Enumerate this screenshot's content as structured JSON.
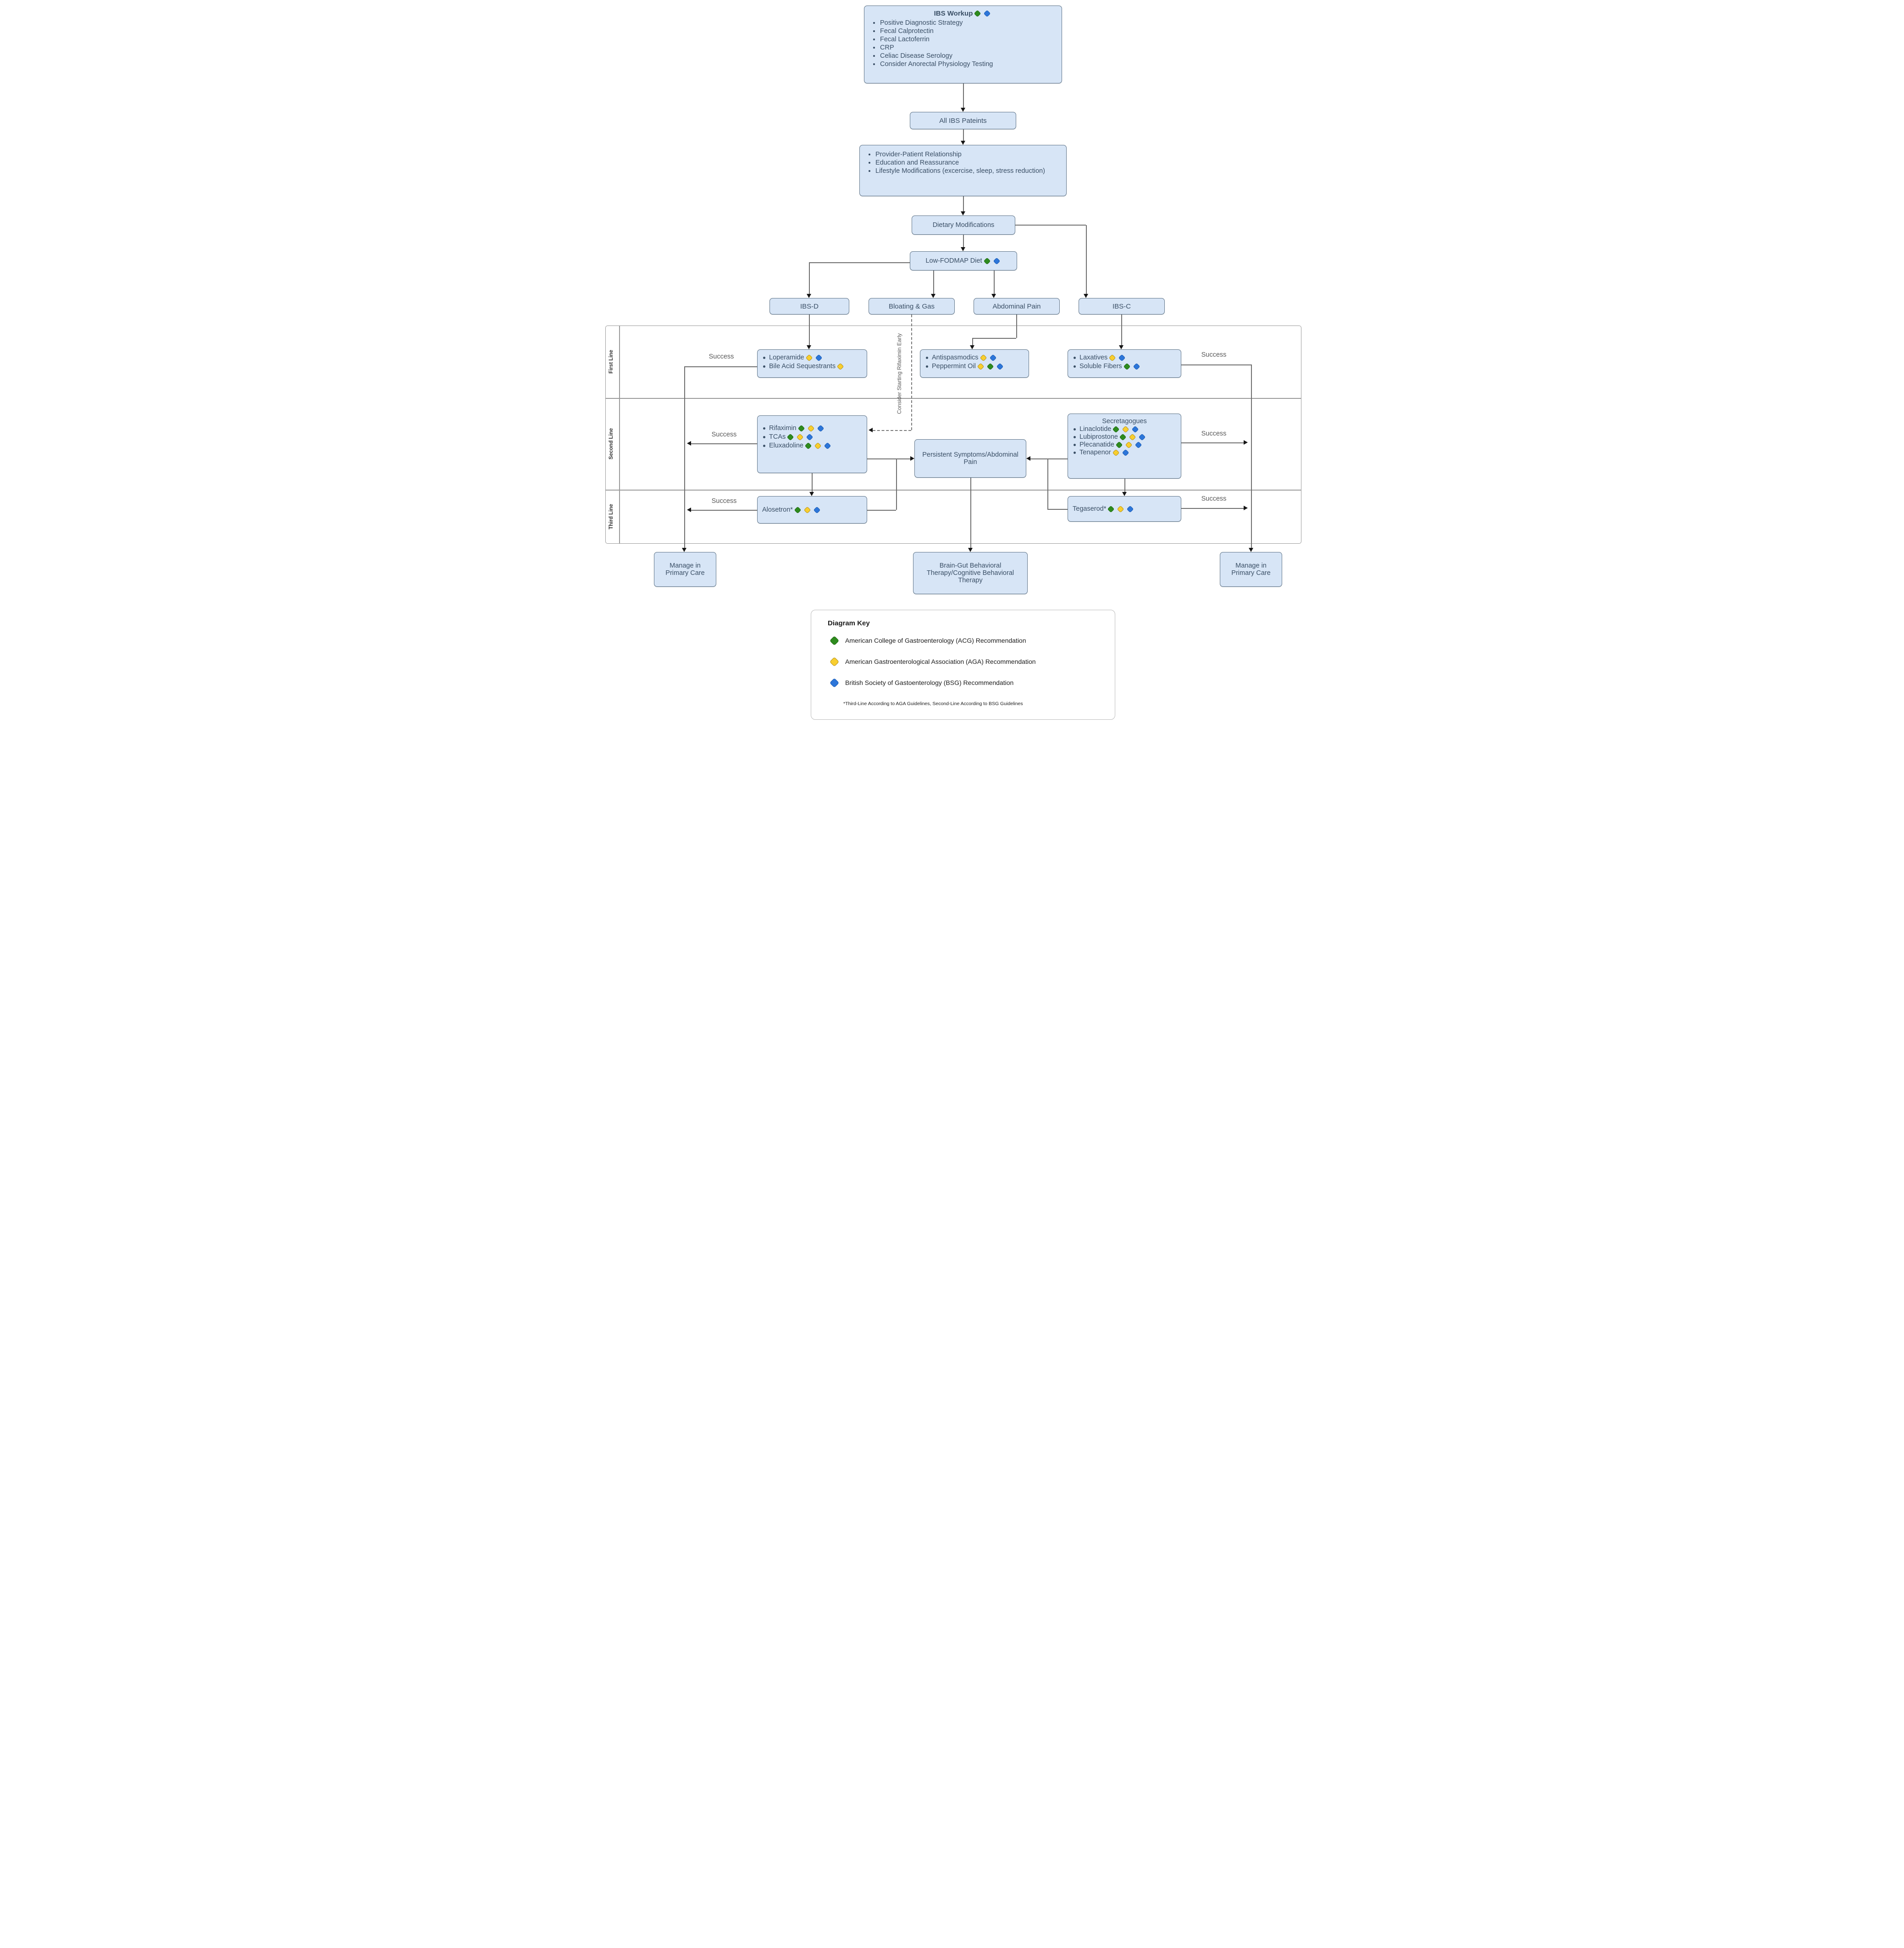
{
  "diagram": {
    "workup": {
      "title": "IBS Workup",
      "badges": [
        "acg",
        "bsg"
      ],
      "items": [
        "Positive Diagnostic Strategy",
        "Fecal Calprotectin",
        "Fecal Lactoferrin",
        "CRP",
        "Celiac Disease Serology",
        "Consider Anorectal Physiology Testing"
      ]
    },
    "all_ibs_label": "All IBS Pateints",
    "foundation_items": [
      "Provider-Patient Relationship",
      "Education and Reassurance",
      "Lifestyle Modifications (excercise, sleep, stress reduction)"
    ],
    "dietary_label": "Dietary Modifications",
    "fodmap": {
      "label": "Low-FODMAP Diet",
      "badges": [
        "acg",
        "bsg"
      ]
    },
    "categories": [
      {
        "label": "IBS-D"
      },
      {
        "label": "Bloating & Gas"
      },
      {
        "label": "Abdominal Pain"
      },
      {
        "label": "IBS-C"
      }
    ],
    "lanes": [
      "First Line",
      "Second Line",
      "Third Line"
    ],
    "success_label": "Success",
    "rifaximin_note": "Consider Starting Rifaximin Early",
    "first_line": {
      "ibsd": [
        {
          "label": "Loperamide",
          "badges": [
            "aga",
            "bsg"
          ]
        },
        {
          "label": "Bile Acid Sequestrants",
          "badges": [
            "aga"
          ]
        }
      ],
      "pain": [
        {
          "label": "Antispasmodics",
          "badges": [
            "aga",
            "bsg"
          ]
        },
        {
          "label": "Peppermint Oil",
          "badges": [
            "aga",
            "acg",
            "bsg"
          ]
        }
      ],
      "ibsc": [
        {
          "label": "Laxatives",
          "badges": [
            "aga",
            "bsg"
          ]
        },
        {
          "label": "Soluble Fibers",
          "badges": [
            "acg",
            "bsg"
          ]
        }
      ]
    },
    "second_line": {
      "ibsd": [
        {
          "label": "Rifaximin",
          "badges": [
            "acg",
            "aga",
            "bsg"
          ]
        },
        {
          "label": "TCAs",
          "badges": [
            "acg",
            "aga",
            "bsg"
          ]
        },
        {
          "label": "Eluxadoline",
          "badges": [
            "acg",
            "aga",
            "bsg"
          ]
        }
      ],
      "persistent_label": "Persistent Symptoms/Abdominal Pain",
      "secretagogues": {
        "title": "Secretagogues",
        "items": [
          {
            "label": "Linaclotide",
            "badges": [
              "acg",
              "aga",
              "bsg"
            ]
          },
          {
            "label": "Lubiprostone",
            "badges": [
              "acg",
              "aga",
              "bsg"
            ]
          },
          {
            "label": "Plecanatide",
            "badges": [
              "acg",
              "aga",
              "bsg"
            ]
          },
          {
            "label": "Tenapenor",
            "badges": [
              "aga",
              "bsg"
            ]
          }
        ]
      }
    },
    "third_line": {
      "alosetron": {
        "label": "Alosetron*",
        "badges": [
          "acg",
          "aga",
          "bsg"
        ]
      },
      "tegaserod": {
        "label": "Tegaserod*",
        "badges": [
          "acg",
          "aga",
          "bsg"
        ]
      }
    },
    "outcomes": {
      "manage_primary_care": "Manage in Primary Care",
      "brain_gut": "Brain-Gut Behavioral Therapy/Cognitive Behavioral Therapy"
    }
  },
  "key": {
    "title": "Diagram Key",
    "entries": [
      {
        "badges": [
          "acg"
        ],
        "label": "American College of Gastroenterology (ACG) Recommendation"
      },
      {
        "badges": [
          "aga"
        ],
        "label": "American Gastroenterological Association (AGA) Recommendation"
      },
      {
        "badges": [
          "bsg"
        ],
        "label": "British Society of Gastoenterology (BSG) Recommendation"
      }
    ],
    "footnote": "*Third-Line According to AGA Guidelines, Second-Line According to BSG Guidelines"
  },
  "colors": {
    "acg": "#2e8b1e",
    "acg_edge": "#1f6b13",
    "aga": "#f8ce2f",
    "aga_edge": "#b5921a",
    "bsg": "#2d76d9",
    "bsg_edge": "#1b5cb5",
    "box_fill": "#d7e5f6",
    "box_border": "#5f7488",
    "line": "#6e6e6e"
  }
}
